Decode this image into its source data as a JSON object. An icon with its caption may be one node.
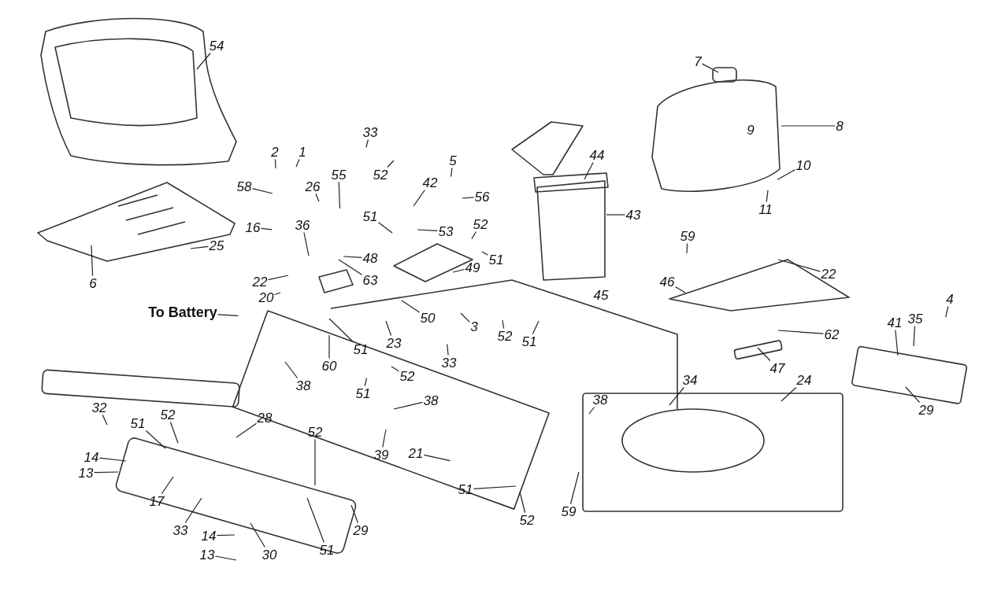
{
  "diagram": {
    "nodes": [
      {
        "text": [
          "54"
        ]
      },
      {
        "text": [
          "7"
        ]
      },
      {
        "text": [
          "8"
        ]
      },
      {
        "text": [
          "10"
        ]
      },
      {
        "text": [
          "11"
        ]
      },
      {
        "text": [
          "2"
        ]
      },
      {
        "text": [
          "1"
        ]
      },
      {
        "text": [
          "58"
        ]
      },
      {
        "text": [
          "33"
        ]
      },
      {
        "text": [
          "26"
        ]
      },
      {
        "text": [
          "55"
        ]
      },
      {
        "text": [
          "52"
        ]
      },
      {
        "text": [
          "5"
        ]
      },
      {
        "text": [
          "42"
        ]
      },
      {
        "text": [
          "56"
        ]
      },
      {
        "text": [
          "51"
        ]
      },
      {
        "text": [
          "53"
        ]
      },
      {
        "text": [
          "16"
        ]
      },
      {
        "text": [
          "36"
        ]
      },
      {
        "text": [
          "48"
        ]
      },
      {
        "text": [
          "63"
        ]
      },
      {
        "text": [
          "52"
        ]
      },
      {
        "text": [
          "49"
        ]
      },
      {
        "text": [
          "51"
        ]
      },
      {
        "text": [
          "22"
        ]
      },
      {
        "text": [
          "20"
        ]
      },
      {
        "text": [
          "To Battery"
        ]
      },
      {
        "text": [
          "50"
        ]
      },
      {
        "text": [
          "3"
        ]
      },
      {
        "text": [
          "52"
        ]
      },
      {
        "text": [
          "51"
        ]
      },
      {
        "text": [
          "33"
        ]
      },
      {
        "text": [
          "23"
        ]
      },
      {
        "text": [
          "51"
        ]
      },
      {
        "text": [
          "60"
        ]
      },
      {
        "text": [
          "52"
        ]
      },
      {
        "text": [
          "51"
        ]
      },
      {
        "text": [
          "38"
        ]
      },
      {
        "text": [
          "32"
        ]
      },
      {
        "text": [
          "38"
        ]
      },
      {
        "text": [
          "28"
        ]
      },
      {
        "text": [
          "52"
        ]
      },
      {
        "text": [
          "51"
        ]
      },
      {
        "text": [
          "14"
        ]
      },
      {
        "text": [
          "13"
        ]
      },
      {
        "text": [
          "17"
        ]
      },
      {
        "text": [
          "39"
        ]
      },
      {
        "text": [
          "21"
        ]
      },
      {
        "text": [
          "52"
        ]
      },
      {
        "text": [
          "33"
        ]
      },
      {
        "text": [
          "14"
        ]
      },
      {
        "text": [
          "13"
        ]
      },
      {
        "text": [
          "30"
        ]
      },
      {
        "text": [
          "51"
        ]
      },
      {
        "text": [
          "29"
        ]
      },
      {
        "text": [
          "51"
        ]
      },
      {
        "text": [
          "52"
        ]
      },
      {
        "text": [
          "59"
        ]
      },
      {
        "text": [
          "38"
        ]
      },
      {
        "text": [
          "34"
        ]
      },
      {
        "text": [
          "24"
        ]
      },
      {
        "text": [
          "44"
        ]
      },
      {
        "text": [
          "43"
        ]
      },
      {
        "text": [
          "59"
        ]
      },
      {
        "text": [
          "46"
        ]
      },
      {
        "text": [
          "22"
        ]
      },
      {
        "text": [
          "62"
        ]
      },
      {
        "text": [
          "47"
        ]
      },
      {
        "text": [
          "4"
        ]
      },
      {
        "text": [
          "41"
        ]
      },
      {
        "text": [
          "35"
        ]
      },
      {
        "text": [
          "29"
        ]
      },
      {
        "text": [
          "6"
        ]
      },
      {
        "text": [
          "25"
        ]
      }
    ],
    "edges": [
      {
        "from": 0,
        "to": null,
        "arrow": "none"
      },
      {
        "from": 1,
        "to": null,
        "arrow": "none"
      },
      {
        "from": 2,
        "to": null,
        "arrow": "none"
      },
      {
        "from": 3,
        "to": null,
        "arrow": "none"
      },
      {
        "from": 4,
        "to": null,
        "arrow": "none"
      },
      {
        "from": 5,
        "to": null,
        "arrow": "none"
      },
      {
        "from": 6,
        "to": null,
        "arrow": "none"
      },
      {
        "from": 7,
        "to": null,
        "arrow": "none"
      },
      {
        "from": 8,
        "to": null,
        "arrow": "none"
      },
      {
        "from": 9,
        "to": null,
        "arrow": "none"
      },
      {
        "from": 10,
        "to": null,
        "arrow": "none"
      },
      {
        "from": 11,
        "to": null,
        "arrow": "none"
      },
      {
        "from": 12,
        "to": null,
        "arrow": "none"
      },
      {
        "from": 13,
        "to": null,
        "arrow": "none"
      },
      {
        "from": 14,
        "to": null,
        "arrow": "none"
      },
      {
        "from": 15,
        "to": null,
        "arrow": "none"
      },
      {
        "from": 16,
        "to": null,
        "arrow": "none"
      },
      {
        "from": 17,
        "to": null,
        "arrow": "none"
      },
      {
        "from": 18,
        "to": null,
        "arrow": "none"
      },
      {
        "from": 19,
        "to": null,
        "arrow": "none"
      },
      {
        "from": 20,
        "to": null,
        "arrow": "none"
      },
      {
        "from": 21,
        "to": null,
        "arrow": "none"
      },
      {
        "from": 22,
        "to": null,
        "arrow": "none"
      },
      {
        "from": 23,
        "to": null,
        "arrow": "none"
      },
      {
        "from": 24,
        "to": null,
        "arrow": "none"
      },
      {
        "from": 25,
        "to": null,
        "arrow": "none"
      },
      {
        "from": 26,
        "to": null,
        "arrow": "none"
      },
      {
        "from": 27,
        "to": null,
        "arrow": "none"
      },
      {
        "from": 28,
        "to": null,
        "arrow": "none"
      },
      {
        "from": 29,
        "to": null,
        "arrow": "none"
      },
      {
        "from": 30,
        "to": null,
        "arrow": "none"
      },
      {
        "from": 31,
        "to": null,
        "arrow": "none"
      },
      {
        "from": 32,
        "to": null,
        "arrow": "none"
      },
      {
        "from": 33,
        "to": null,
        "arrow": "none"
      },
      {
        "from": 34,
        "to": null,
        "arrow": "none"
      },
      {
        "from": 35,
        "to": null,
        "arrow": "none"
      },
      {
        "from": 36,
        "to": null,
        "arrow": "none"
      },
      {
        "from": 37,
        "to": null,
        "arrow": "none"
      },
      {
        "from": 38,
        "to": null,
        "arrow": "none"
      },
      {
        "from": 39,
        "to": null,
        "arrow": "none"
      },
      {
        "from": 40,
        "to": null,
        "arrow": "none"
      },
      {
        "from": 41,
        "to": null,
        "arrow": "none"
      },
      {
        "from": 42,
        "to": null,
        "arrow": "none"
      },
      {
        "from": 43,
        "to": null,
        "arrow": "none"
      },
      {
        "from": 44,
        "to": null,
        "arrow": "none"
      },
      {
        "from": 45,
        "to": null,
        "arrow": "none"
      },
      {
        "from": 46,
        "to": null,
        "arrow": "none"
      },
      {
        "from": 47,
        "to": null,
        "arrow": "none"
      },
      {
        "from": 48,
        "to": null,
        "arrow": "none"
      },
      {
        "from": 49,
        "to": null,
        "arrow": "none"
      },
      {
        "from": 50,
        "to": null,
        "arrow": "none"
      },
      {
        "from": 51,
        "to": null,
        "arrow": "none"
      },
      {
        "from": 52,
        "to": null,
        "arrow": "none"
      },
      {
        "from": 53,
        "to": null,
        "arrow": "none"
      },
      {
        "from": 54,
        "to": null,
        "arrow": "none"
      },
      {
        "from": 55,
        "to": null,
        "arrow": "none"
      },
      {
        "from": 56,
        "to": null,
        "arrow": "none"
      },
      {
        "from": 57,
        "to": null,
        "arrow": "none"
      },
      {
        "from": 58,
        "to": null,
        "arrow": "none"
      },
      {
        "from": 59,
        "to": null,
        "arrow": "none"
      },
      {
        "from": 60,
        "to": null,
        "arrow": "none"
      },
      {
        "from": 61,
        "to": null,
        "arrow": "none"
      },
      {
        "from": 62,
        "to": null,
        "arrow": "none"
      },
      {
        "from": 63,
        "to": null,
        "arrow": "none"
      },
      {
        "from": 64,
        "to": null,
        "arrow": "none"
      },
      {
        "from": 65,
        "to": null,
        "arrow": "none"
      },
      {
        "from": 66,
        "to": null,
        "arrow": "none"
      },
      {
        "from": 67,
        "to": null,
        "arrow": "none"
      },
      {
        "from": 68,
        "to": null,
        "arrow": "none"
      },
      {
        "from": 69,
        "to": null,
        "arrow": "none"
      },
      {
        "from": 70,
        "to": null,
        "arrow": "none"
      },
      {
        "from": 71,
        "to": null,
        "arrow": "none"
      },
      {
        "from": 72,
        "to": null,
        "arrow": "none"
      },
      {
        "from": 73,
        "to": null,
        "arrow": "none"
      }
    ],
    "labels": [
      "9",
      "45"
    ]
  }
}
